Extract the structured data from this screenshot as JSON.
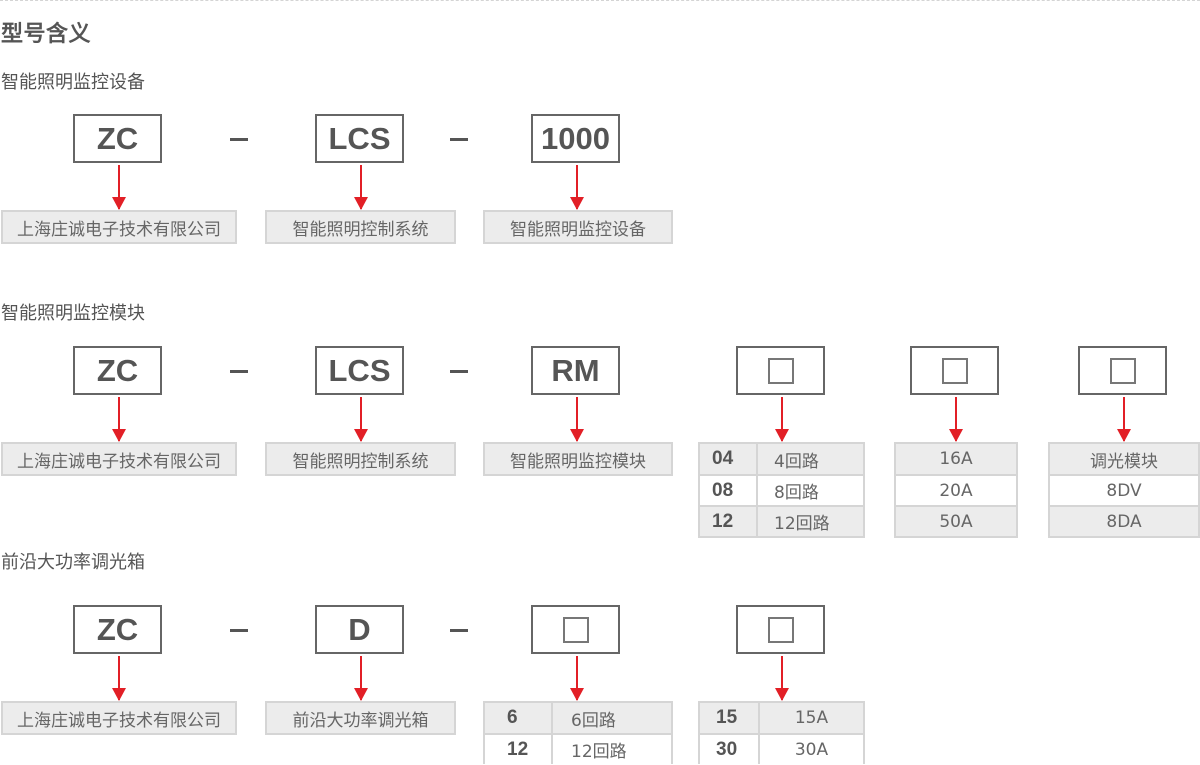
{
  "title": "型号含义",
  "colors": {
    "arrow": "#e21f26",
    "text": "#555555",
    "label_bg": "#ececec",
    "border": "#d5d5d5"
  },
  "sections": [
    {
      "heading": "智能照明监控设备",
      "codes": [
        "ZC",
        "LCS",
        "1000"
      ],
      "separator": "–",
      "labels": [
        "上海庄诚电子技术有限公司",
        "智能照明控制系统",
        "智能照明监控设备"
      ]
    },
    {
      "heading": "智能照明监控模块",
      "codes": [
        "ZC",
        "LCS",
        "RM",
        "□",
        "□",
        "□"
      ],
      "separator": "–",
      "labels": [
        "上海庄诚电子技术有限公司",
        "智能照明控制系统",
        "智能照明监控模块"
      ],
      "tables": [
        {
          "rows": [
            {
              "code": "04",
              "desc": "4回路"
            },
            {
              "code": "08",
              "desc": "8回路"
            },
            {
              "code": "12",
              "desc": "12回路"
            }
          ]
        },
        {
          "rows": [
            {
              "desc": "16A"
            },
            {
              "desc": "20A"
            },
            {
              "desc": "50A"
            }
          ]
        },
        {
          "rows": [
            {
              "desc": "调光模块"
            },
            {
              "desc": "8DV"
            },
            {
              "desc": "8DA"
            }
          ]
        }
      ]
    },
    {
      "heading": "前沿大功率调光箱",
      "codes": [
        "ZC",
        "D",
        "□",
        "□"
      ],
      "separator": "–",
      "labels": [
        "上海庄诚电子技术有限公司",
        "前沿大功率调光箱"
      ],
      "tables": [
        {
          "rows": [
            {
              "code": "6",
              "desc": "6回路"
            },
            {
              "code": "12",
              "desc": "12回路"
            }
          ]
        },
        {
          "rows": [
            {
              "code": "15",
              "desc": "15A"
            },
            {
              "code": "30",
              "desc": "30A"
            }
          ]
        }
      ]
    }
  ]
}
